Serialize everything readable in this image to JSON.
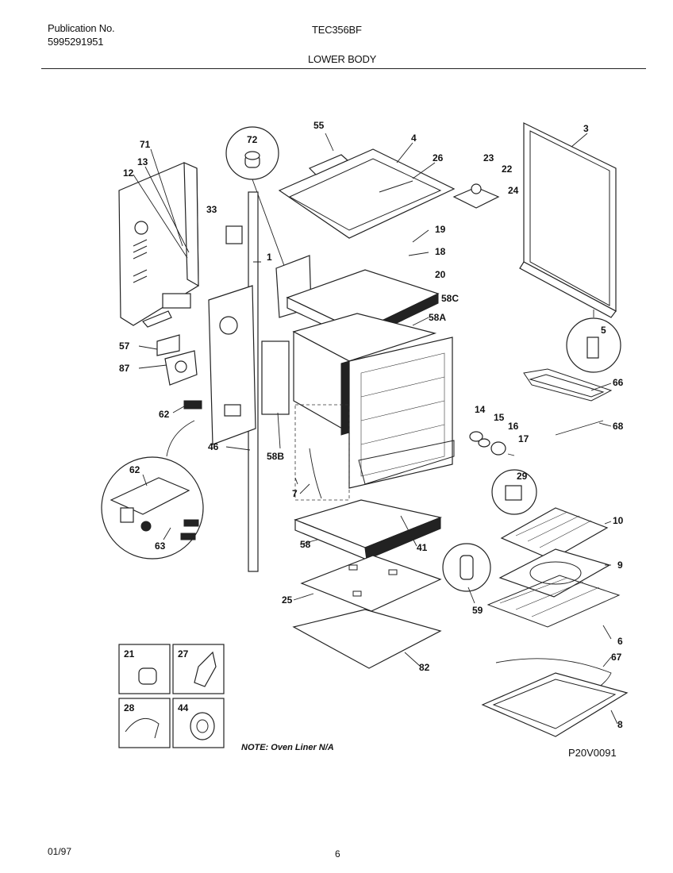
{
  "header": {
    "publication_label": "Publication No.",
    "publication_number": "5995291951",
    "model": "TEC356BF",
    "section_title": "LOWER BODY"
  },
  "diagram": {
    "part_labels": [
      "72",
      "55",
      "4",
      "26",
      "23",
      "22",
      "24",
      "3",
      "71",
      "13",
      "12",
      "33",
      "1",
      "19",
      "18",
      "20",
      "58C",
      "58A",
      "5",
      "57",
      "87",
      "66",
      "62",
      "46",
      "58B",
      "14",
      "15",
      "16",
      "17",
      "68",
      "29",
      "10",
      "7",
      "58",
      "41",
      "9",
      "25",
      "59",
      "6",
      "82",
      "67",
      "8",
      "63",
      "62"
    ],
    "inset_labels": [
      "21",
      "27",
      "28",
      "44"
    ],
    "note": "NOTE: Oven Liner N/A",
    "figure_code": "P20V0091"
  },
  "footer": {
    "date": "01/97",
    "page": "6"
  }
}
